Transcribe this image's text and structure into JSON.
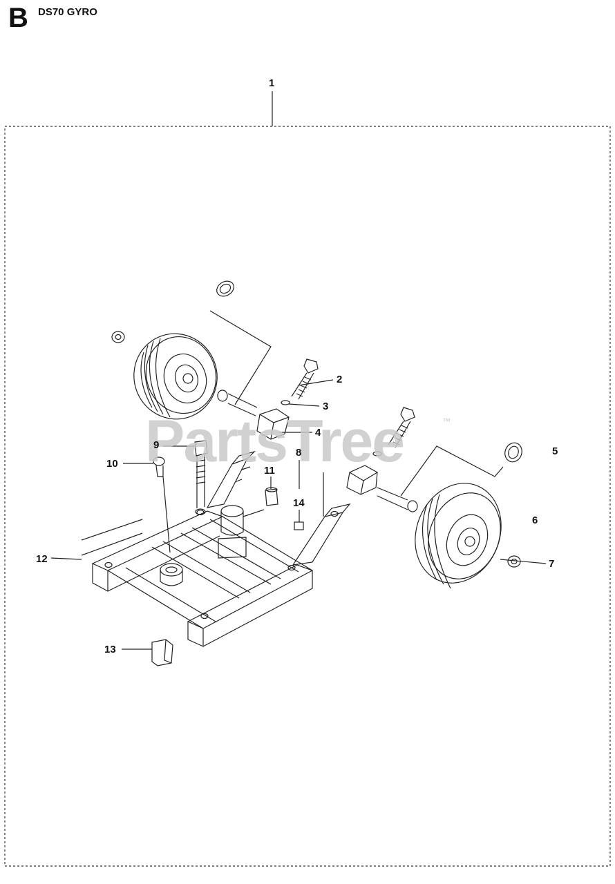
{
  "header": {
    "section_letter": "B",
    "model": "DS70 GYRO"
  },
  "watermark": {
    "text": "PartsTree",
    "tm": "™"
  },
  "callouts": [
    {
      "id": "1",
      "label": "1"
    },
    {
      "id": "2",
      "label": "2"
    },
    {
      "id": "3",
      "label": "3"
    },
    {
      "id": "4",
      "label": "4"
    },
    {
      "id": "5",
      "label": "5"
    },
    {
      "id": "6",
      "label": "6"
    },
    {
      "id": "7",
      "label": "7"
    },
    {
      "id": "8",
      "label": "8"
    },
    {
      "id": "9",
      "label": "9"
    },
    {
      "id": "10",
      "label": "10"
    },
    {
      "id": "11",
      "label": "11"
    },
    {
      "id": "12",
      "label": "12"
    },
    {
      "id": "13",
      "label": "13"
    },
    {
      "id": "14",
      "label": "14"
    }
  ],
  "colors": {
    "line": "#222222",
    "watermark": "#c9c9c9",
    "background": "#ffffff"
  }
}
